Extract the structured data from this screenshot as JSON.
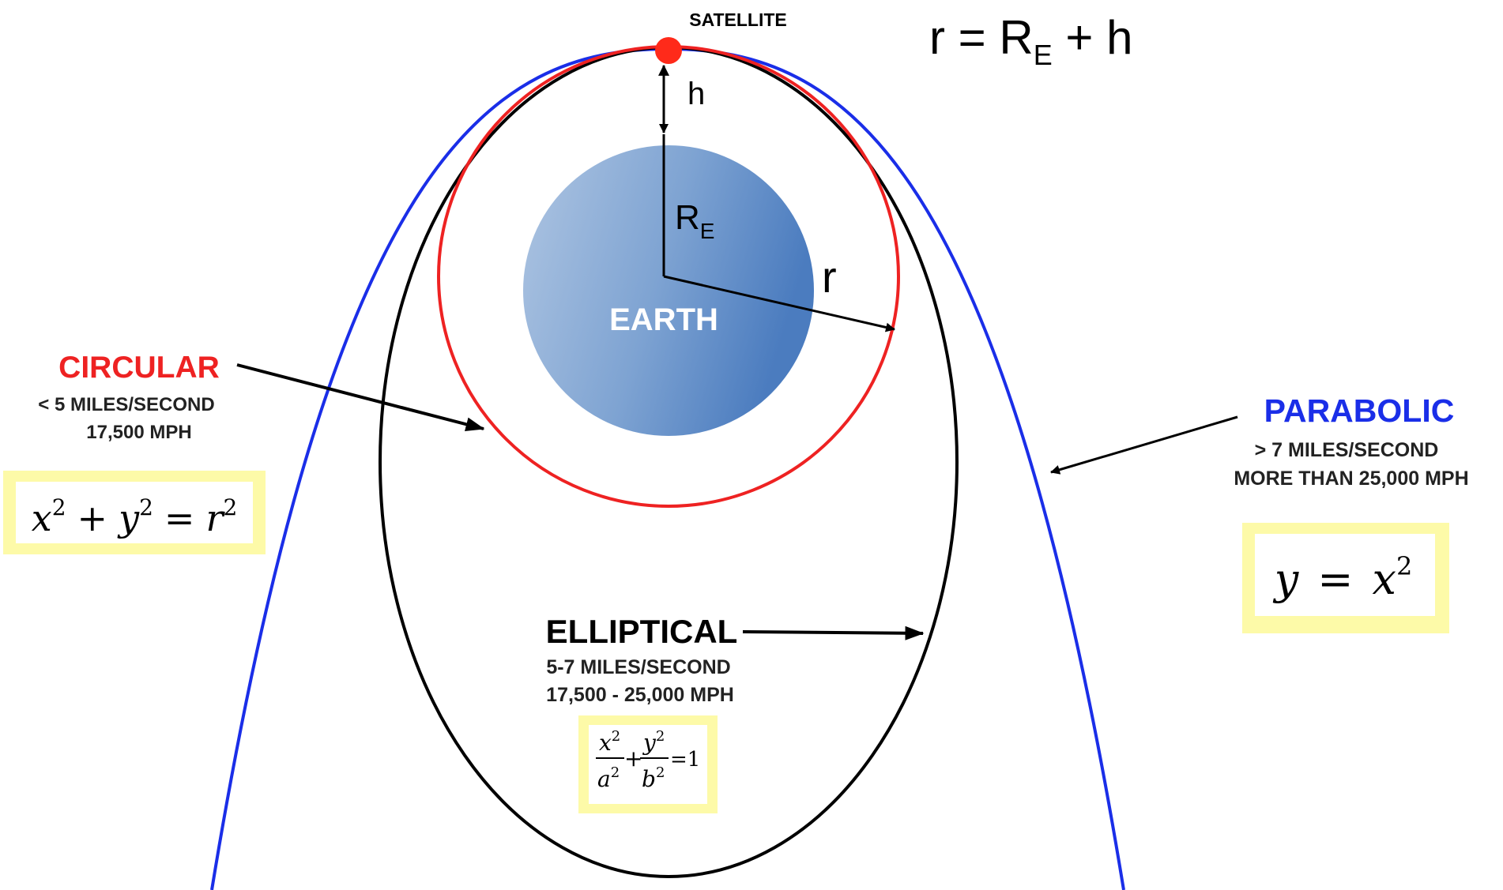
{
  "formula_header": {
    "lhs": "r = R",
    "subscript": "E",
    "rhs": " + h"
  },
  "satellite": {
    "label": "SATELLITE",
    "color": "#ff2a1a"
  },
  "earth": {
    "label": "EARTH",
    "radius_label": "R",
    "radius_subscript": "E"
  },
  "height_label": "h",
  "orbit_radius_label": "r",
  "circular": {
    "title": "CIRCULAR",
    "line1": "< 5 MILES/SECOND",
    "line2": "17,500 MPH",
    "color": "#ee2222",
    "equation": {
      "x": "x",
      "y": "y",
      "r": "r",
      "exp": "2",
      "plus": "+",
      "eq": "="
    }
  },
  "elliptical": {
    "title": "ELLIPTICAL",
    "line1": "5-7 MILES/SECOND",
    "line2": "17,500 -  25,000 MPH",
    "color": "#000000",
    "equation": {
      "x": "x",
      "y": "y",
      "a": "a",
      "b": "b",
      "exp": "2",
      "plus": "+",
      "rhs": "=1"
    }
  },
  "parabolic": {
    "title": "PARABOLIC",
    "line1": "> 7 MILES/SECOND",
    "line2": "MORE THAN  25,000 MPH",
    "color": "#1a2ee8",
    "equation": {
      "y": "y",
      "x": "x",
      "exp": "2",
      "eq": "="
    }
  },
  "colors": {
    "equation_box": "#fdfaa8",
    "earth_dark": "#4f7fbf",
    "earth_light": "#a9c1e0"
  }
}
